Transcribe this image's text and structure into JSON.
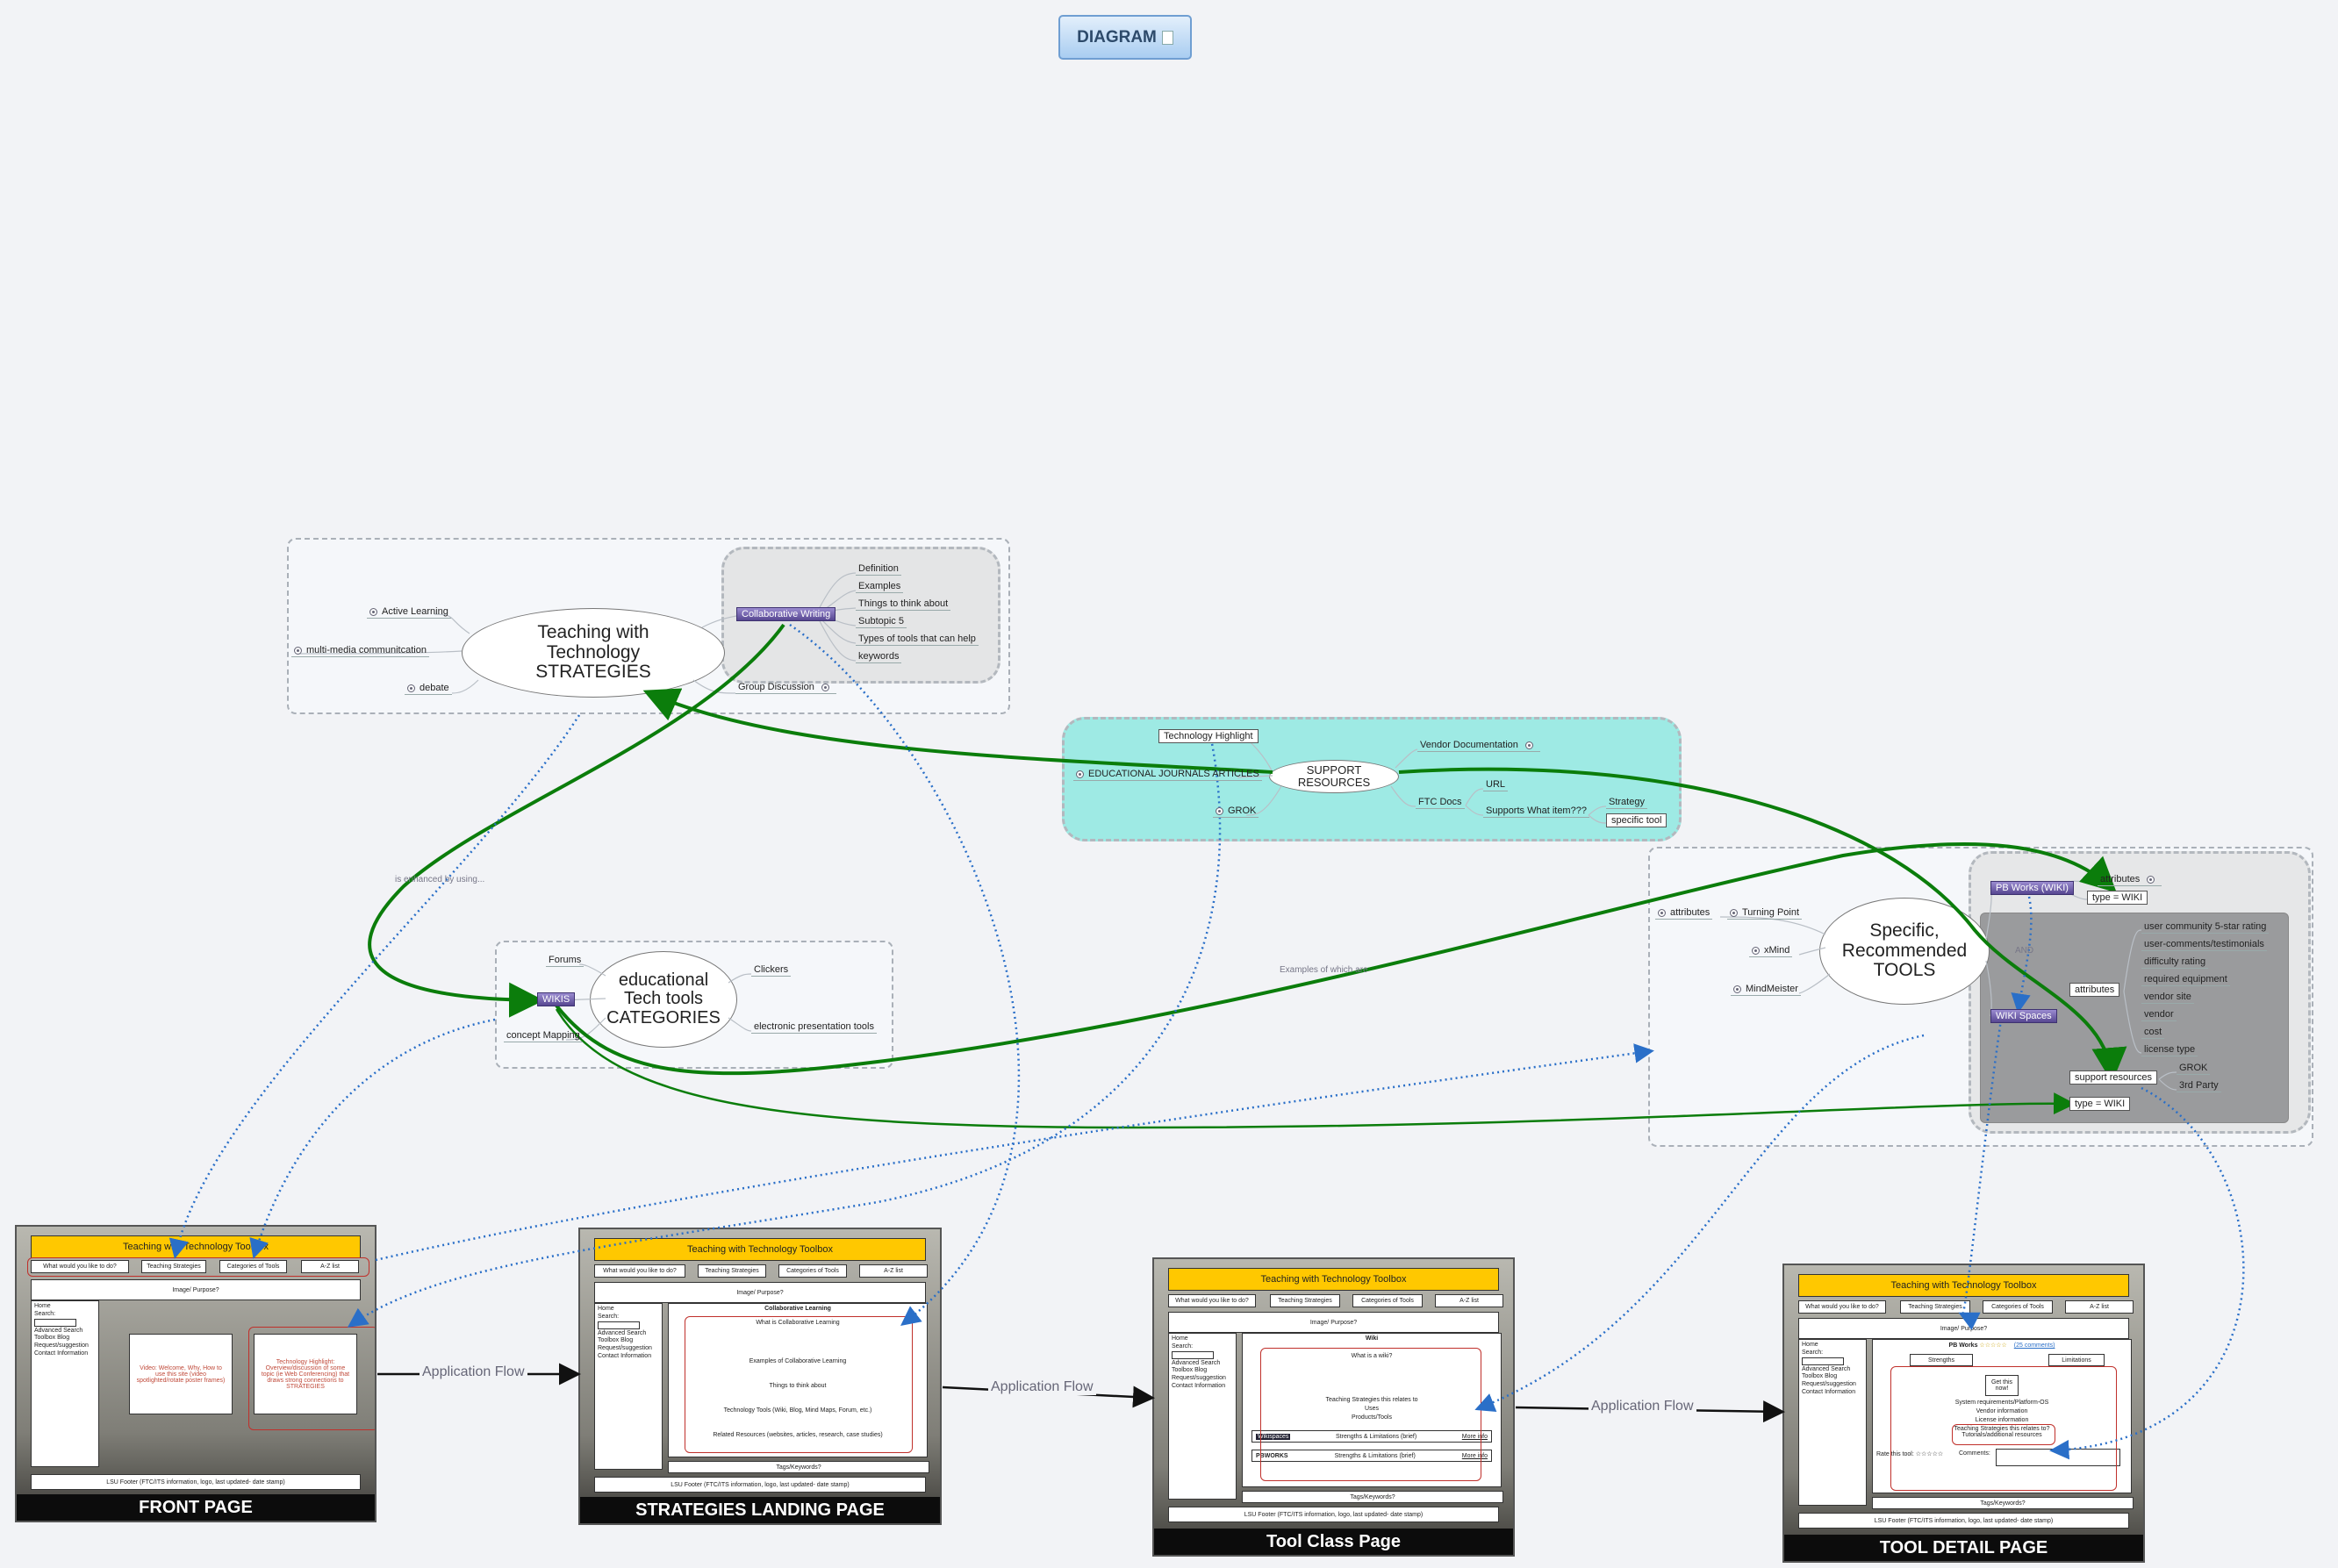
{
  "diagram_title": "DIAGRAM",
  "strategies": {
    "center": "Teaching with Technology STRATEGIES",
    "left_items": [
      "Active Learning",
      "multi-media communitcation",
      "debate"
    ],
    "collaborative": "Collaborative Writing",
    "collab_items": [
      "Definition",
      "Examples",
      "Things to think about",
      "Subtopic 5",
      "Types of tools that can help",
      "keywords"
    ],
    "group_discussion": "Group Discussion"
  },
  "support": {
    "center": "SUPPORT RESOURCES",
    "items": [
      "Technology Highlight",
      "EDUCATIONAL JOURNALS ARTICLES",
      "GROK",
      "Vendor Documentation",
      "FTC Docs",
      "URL",
      "Supports What item???",
      "Strategy",
      "specific tool"
    ]
  },
  "categories": {
    "center": "educational Tech tools CATEGORIES",
    "items": [
      "Forums",
      "WIKIS",
      "concept Mapping",
      "Clickers",
      "electronic presentation tools"
    ]
  },
  "tools": {
    "center": "Specific, Recommended TOOLS",
    "left_items": [
      "attributes",
      "Turning Point",
      "xMind",
      "MindMeister"
    ],
    "pbworks": "PB Works (WIKI)",
    "wikispaces": "WIKI Spaces",
    "and_label": "AND",
    "attributes_top": "attributes",
    "type_wiki_1": "type = WIKI",
    "attributes": "attributes",
    "attr_list": [
      "user community 5-star rating",
      "user-comments/testimonials",
      "difficulty rating",
      "required equipment",
      "vendor site",
      "vendor",
      "cost",
      "license type"
    ],
    "support_resources": "support resources",
    "grok": "GROK",
    "third_party": "3rd Party",
    "type_wiki_2": "type = WIKI"
  },
  "annotations": {
    "enhanced": "is enhanced by using...",
    "examples": "Examples of which are"
  },
  "flow_label": "Application Flow",
  "mockups": {
    "header": "Teaching with Technology Toolbox",
    "nav": [
      "What would you like to do?",
      "Teaching Strategies",
      "Categories of Tools",
      "A-Z list"
    ],
    "purpose": "Image/ Purpose?",
    "side": [
      "Home",
      "Search:",
      "Advanced Search",
      "Toolbox Blog",
      "Request/suggestion",
      "Contact Information"
    ],
    "footer": "LSU Footer (FTC/ITS information, logo, last updated- date stamp)",
    "front": {
      "caption": "FRONT PAGE",
      "video": "Video: Welcome, Why, How to use this site (video spotlighted/rotate poster frames)",
      "highlight": "Technology Highlight: Overview/discussion of some topic (ie Web Conferencing) that draws strong connections to STRATEGIES"
    },
    "strategies": {
      "caption": "STRATEGIES LANDING PAGE",
      "title": "Collaborative Learning",
      "lines": [
        "What is Collaborative Learning",
        "Examples of Collaborative Learning",
        "Things to think about",
        "Technology Tools (Wiki, Blog, Mind Maps, Forum, etc.)",
        "Related Resources (websites, articles, research, case studies)"
      ],
      "tags": "Tags/Keywords?"
    },
    "toolclass": {
      "caption": "Tool Class Page",
      "title": "Wiki",
      "what": "What is a wiki?",
      "relates": "Teaching Strategies this relates to",
      "uses": "Uses",
      "products": "Products/Tools",
      "row1_logo": "Wikispaces",
      "row2_logo": "PBWORKS",
      "strengths": "Strengths & Limitations (brief)",
      "more": "More info",
      "tags": "Tags/Keywords?"
    },
    "tooldetail": {
      "caption": "TOOL DETAIL PAGE",
      "title": "PB Works",
      "stars": "☆☆☆☆☆",
      "comments_link": "(25 comments)",
      "strengths": "Strengths",
      "limitations": "Limitations",
      "get": "Get this now!",
      "sysreq": "System requirements/Platform-OS",
      "vendor": "Vendor information",
      "license": "License information",
      "relates": "Teaching Strategies this relates to? Tutorials/additional resources",
      "rate": "Rate this tool: ☆☆☆☆☆",
      "comments": "Comments:",
      "tags": "Tags/Keywords?"
    }
  },
  "colors": {
    "green": "#0b7d0b",
    "blue_dotted": "#2a6fc8",
    "cyan_cloud": "#9eeae4",
    "yellow_bar": "#ffc800"
  }
}
